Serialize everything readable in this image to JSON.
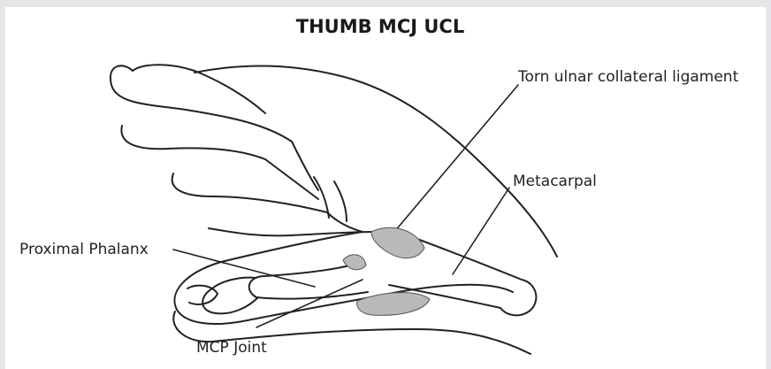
{
  "diagram": {
    "title": "THUMB MCJ UCL",
    "labels": {
      "torn_ligament": "Torn ulnar collateral ligament",
      "metacarpal": "Metacarpal",
      "proximal_phalanx": "Proximal Phalanx",
      "mcp_joint": "MCP Joint"
    }
  },
  "colors": {
    "background": "#ffffff",
    "ink": "#222222",
    "ligament": "#b9b9b9",
    "border": "#e6e6ea"
  }
}
